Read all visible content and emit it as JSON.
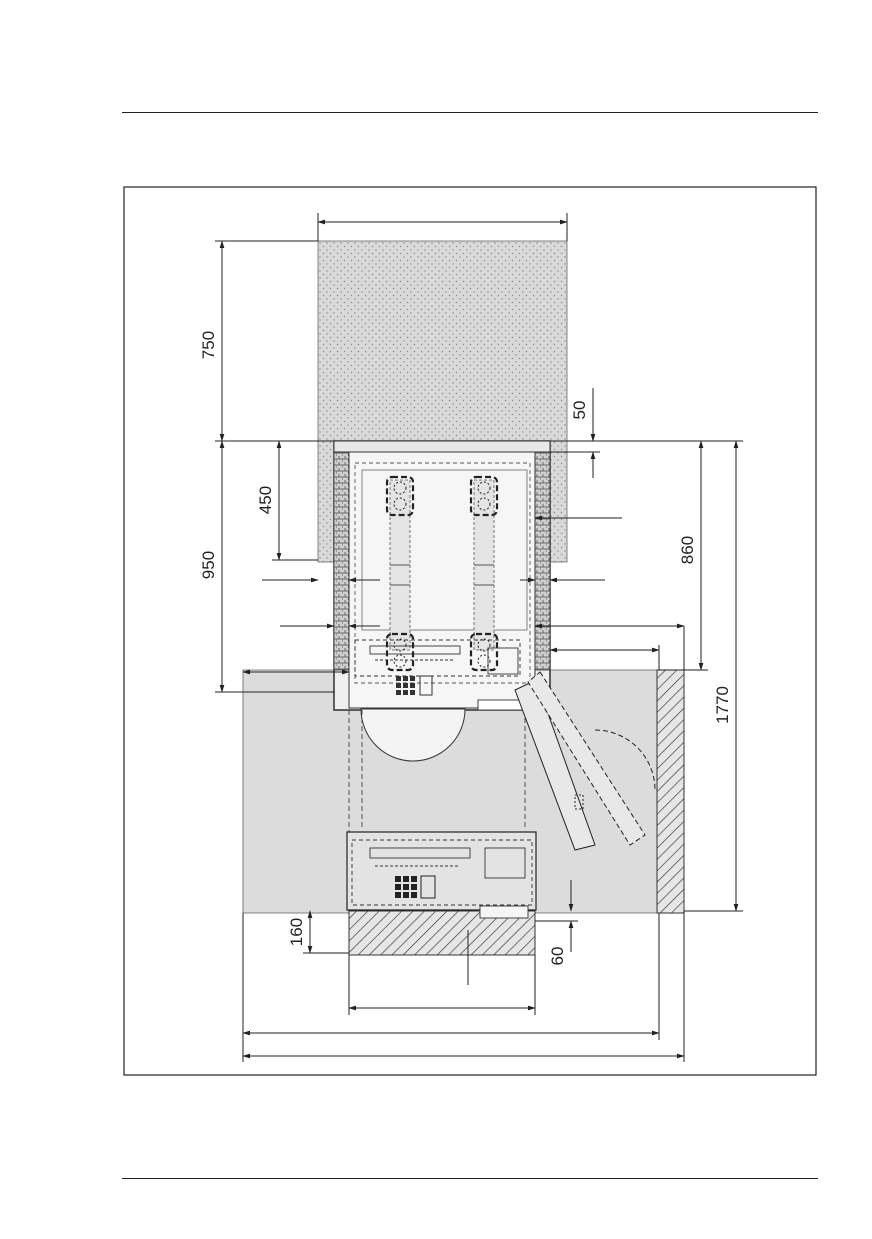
{
  "page": {
    "header_rule": true,
    "footer_rule": true
  },
  "colors": {
    "line": "#222222",
    "dotted_area": "#d9d9d9",
    "floor_area": "#dcdcdc",
    "cabinet_fill": "#f2f2f2",
    "hatch": "#555555",
    "light_fill": "#ededed"
  },
  "drawing": {
    "type": "installation-floor-plan",
    "dimensions": {
      "dim_750": "750",
      "dim_50": "50",
      "dim_450": "450",
      "dim_950": "950",
      "dim_860": "860",
      "dim_1770": "1770",
      "dim_160": "160",
      "dim_60": "60"
    }
  }
}
